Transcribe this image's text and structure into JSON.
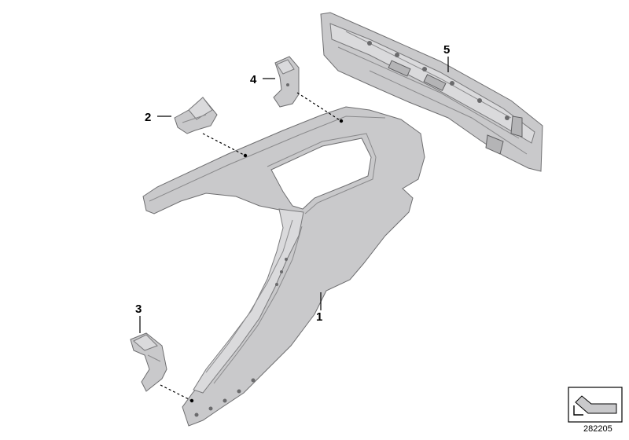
{
  "callouts": [
    {
      "id": "1",
      "label": "1"
    },
    {
      "id": "2",
      "label": "2"
    },
    {
      "id": "3",
      "label": "3"
    },
    {
      "id": "4",
      "label": "4"
    },
    {
      "id": "5",
      "label": "5"
    }
  ],
  "reference_number": "282205",
  "icons": {
    "direction_symbol": "arrow-direction-icon"
  },
  "colors": {
    "panel": "#c9c9cb",
    "panel_outline": "#6e6e70",
    "background": "#ffffff"
  }
}
